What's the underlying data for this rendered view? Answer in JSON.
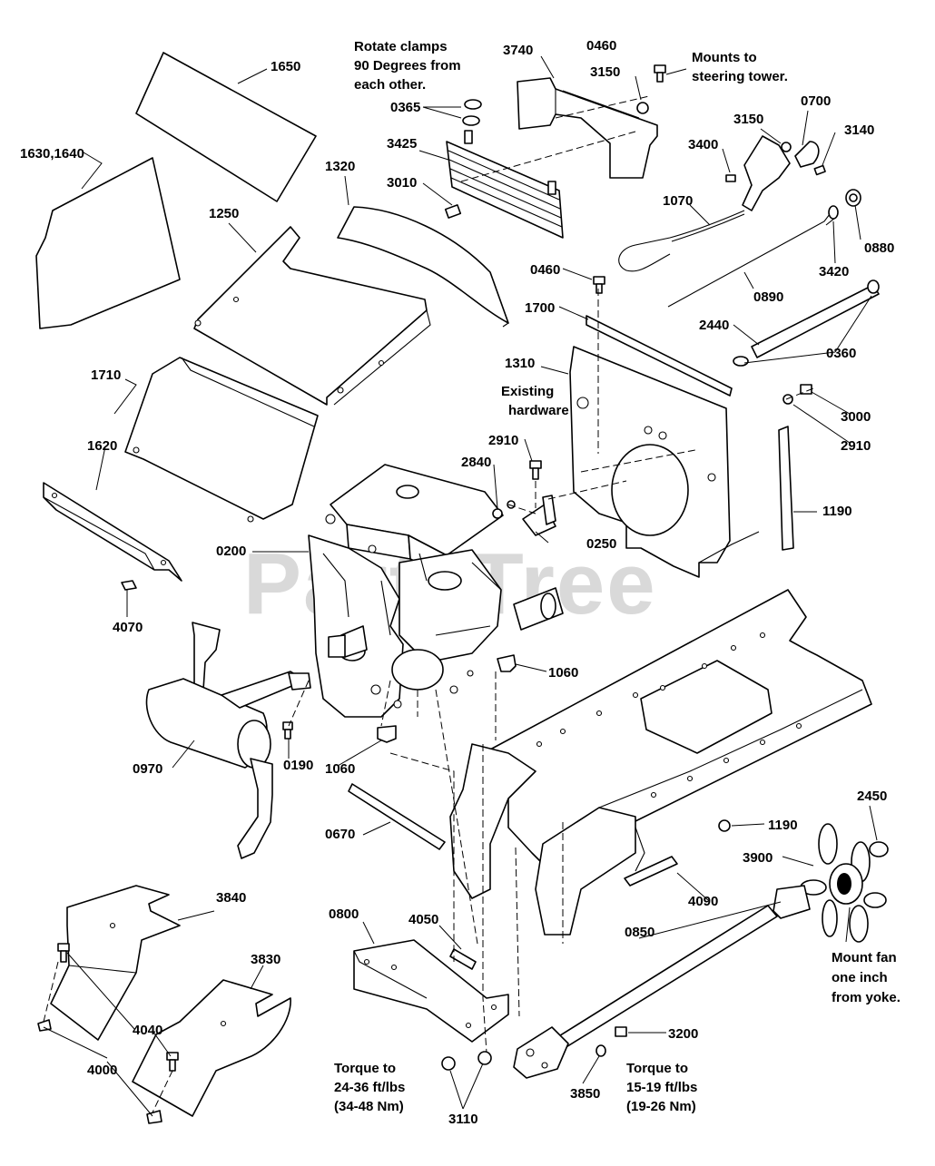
{
  "watermark": "PartsTree",
  "parts": {
    "p1650": "1650",
    "p1630_1640": "1630,1640",
    "p1250": "1250",
    "p1320": "1320",
    "p3425": "3425",
    "p3010": "3010",
    "p0365": "0365",
    "p3740": "3740",
    "p0460a": "0460",
    "p3150a": "3150",
    "p0700": "0700",
    "p3150b": "3150",
    "p3140": "3140",
    "p3400": "3400",
    "p1070": "1070",
    "p0880": "0880",
    "p3420": "3420",
    "p0890": "0890",
    "p0460b": "0460",
    "p1700": "1700",
    "p2440": "2440",
    "p0360": "0360",
    "p1710": "1710",
    "p1310": "1310",
    "p3000": "3000",
    "p2910a": "2910",
    "p2910b": "2910",
    "p2840": "2840",
    "p1620": "1620",
    "p1190a": "1190",
    "p0200": "0200",
    "p0250": "0250",
    "p4070": "4070",
    "p1060a": "1060",
    "p0970": "0970",
    "p0190": "0190",
    "p1060b": "1060",
    "p2450": "2450",
    "p1190b": "1190",
    "p0670": "0670",
    "p3900": "3900",
    "p3840": "3840",
    "p4090": "4090",
    "p0800": "0800",
    "p4050": "4050",
    "p0850": "0850",
    "p3830": "3830",
    "p4040": "4040",
    "p4000": "4000",
    "p3200": "3200",
    "p3850": "3850",
    "p3110": "3110"
  },
  "notes": {
    "rotate_clamps": [
      "Rotate clamps",
      "90 Degrees from",
      "each other."
    ],
    "mounts_to": [
      "Mounts to",
      "steering tower."
    ],
    "existing": [
      "Existing",
      "hardware"
    ],
    "mount_fan": [
      "Mount fan",
      "one inch",
      "from yoke."
    ],
    "torque_left": [
      "Torque to",
      "24-36 ft/lbs",
      "(34-48 Nm)"
    ],
    "torque_right": [
      "Torque to",
      "15-19 ft/lbs",
      "(19-26 Nm)"
    ]
  }
}
